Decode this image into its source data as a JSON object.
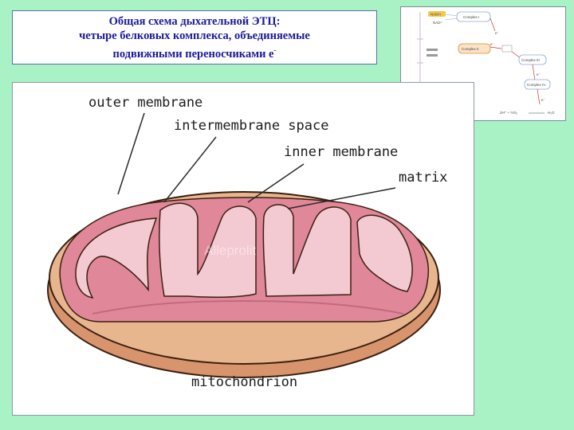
{
  "slide": {
    "title_lines": [
      "Общая схема дыхательной ЭТЦ:",
      "четыре белковых комплекса,   объединяемые",
      "подвижными переносчиками е"
    ],
    "title_superscript": "-"
  },
  "etc_thumbnail": {
    "nadh": "NADH",
    "nad": "NAD⁺",
    "complex_1": "Complex I",
    "complex_2": "Complex II",
    "complex_3": "Complex III",
    "complex_4": "Complex IV",
    "electron": "e⁻",
    "bottom_equation": "2H⁺ + ½O₂",
    "water": "H₂O"
  },
  "mitochondrion": {
    "labels": {
      "outer_membrane": "outer membrane",
      "intermembrane_space": "intermembrane space",
      "inner_membrane": "inner membrane",
      "matrix": "matrix",
      "caption": "mitochondrion"
    },
    "watermark": "Alleprolit",
    "colors": {
      "outer_fill": "#e7b58e",
      "outer_stroke": "#3a2010",
      "inner_pink": "#e1879a",
      "cristae_light": "#f3c9d2"
    }
  }
}
